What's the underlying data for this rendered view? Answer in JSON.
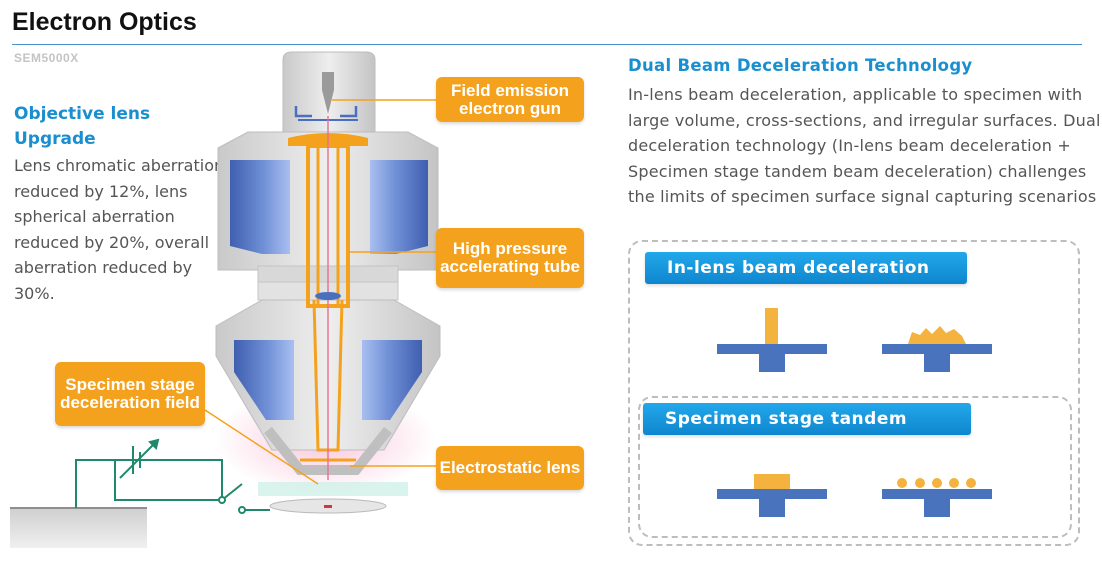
{
  "header": {
    "title": "Electron Optics",
    "model": "SEM5000X"
  },
  "objective": {
    "title": "Objective lens Upgrade",
    "body": "Lens chromatic aberration reduced by 12%, lens spherical aberration reduced by 20%, overall aberration reduced by 30%."
  },
  "dual": {
    "title": "Dual Beam Deceleration Technology",
    "body": "In-lens beam deceleration, applicable to specimen with large volume, cross-sections, and irregular surfaces. Dual deceleration technology (In-lens beam deceleration + Specimen stage tandem beam deceleration) challenges the limits of specimen surface signal capturing scenarios"
  },
  "callouts": {
    "gun": "Field emission electron gun",
    "tube": "High pressure accelerating tube",
    "electrostatic": "Electrostatic lens",
    "stage": "Specimen stage deceleration field"
  },
  "panels": {
    "inlens": "In-lens beam deceleration",
    "stage_tandem": "Specimen stage tandem"
  },
  "colors": {
    "accent_blue": "#1a8fcf",
    "callout_orange": "#f4a21e",
    "lens_blue": "#4a6fbf",
    "lens_green": "#1f9a7a",
    "diagram_blue": "#4a73bd"
  }
}
